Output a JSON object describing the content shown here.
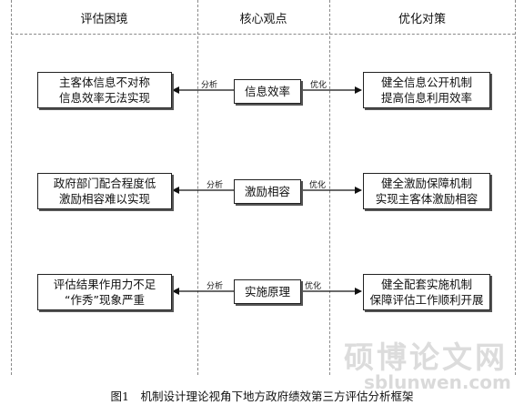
{
  "columns": {
    "left": "评估困境",
    "middle": "核心观点",
    "right": "优化对策"
  },
  "rows": [
    {
      "problem": [
        "主客体信息不对称",
        "信息效率无法实现"
      ],
      "core": "信息效率",
      "solution": [
        "健全信息公开机制",
        "提高信息利用效率"
      ],
      "analyze_label": "分析",
      "optimize_label": "优化"
    },
    {
      "problem": [
        "政府部门配合程度低",
        "激励相容难以实现"
      ],
      "core": "激励相容",
      "solution": [
        "健全激励保障机制",
        "实现主客体激励相容"
      ],
      "analyze_label": "分析",
      "optimize_label": "优化"
    },
    {
      "problem": [
        "评估结果作用力不足",
        "“作秀”现象严重"
      ],
      "core": "实施原理",
      "solution": [
        "健全配套实施机制",
        "保障评估工作顺利开展"
      ],
      "analyze_label": "分析",
      "optimize_label": "优化"
    }
  ],
  "caption": "图1　机制设计理论视角下地方政府绩效第三方评估分析框架",
  "watermark": {
    "title": "硕博论文网",
    "url": "sblunwen.com"
  }
}
